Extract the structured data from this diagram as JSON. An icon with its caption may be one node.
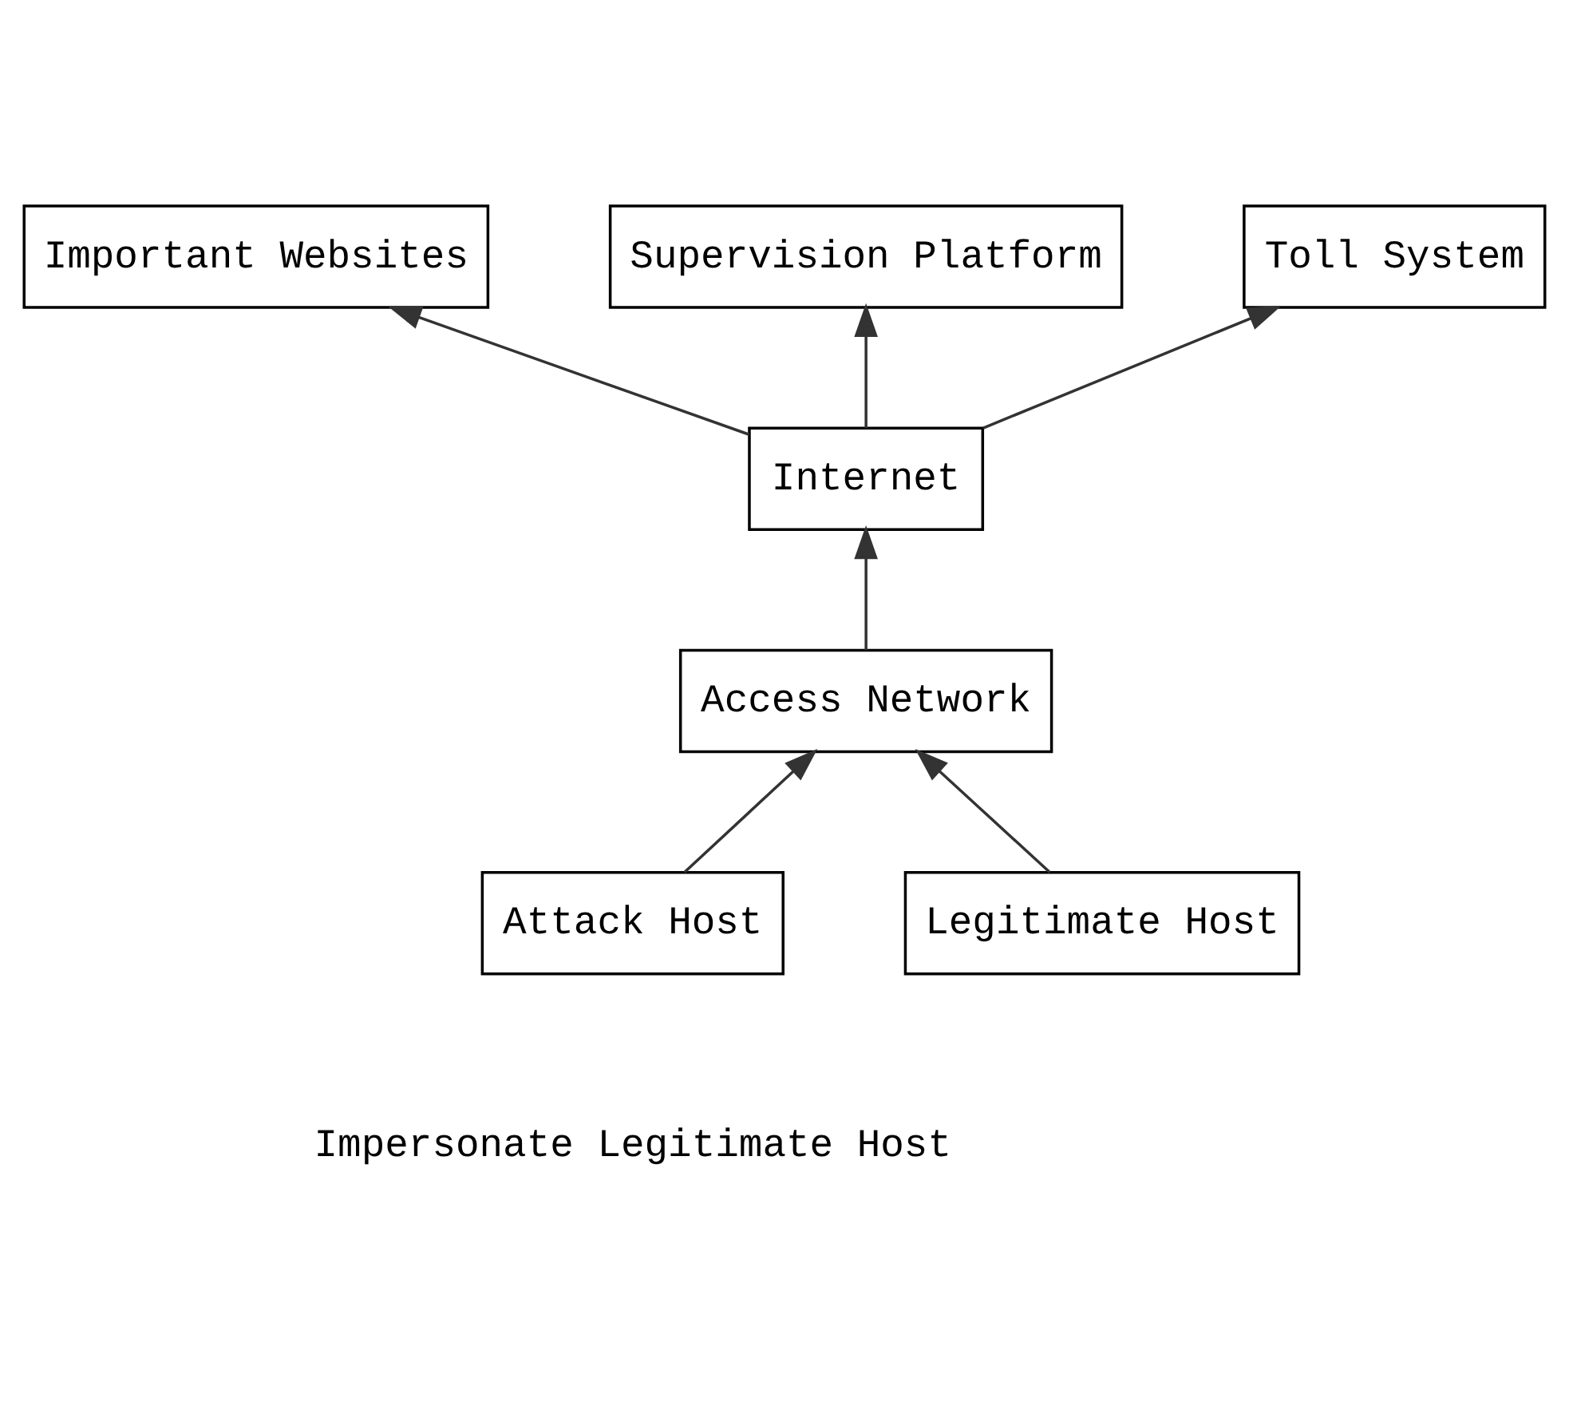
{
  "diagram": {
    "nodes": [
      {
        "text": [
          "Important Websites"
        ]
      },
      {
        "text": [
          "Supervision Platform"
        ]
      },
      {
        "text": [
          "Toll System"
        ]
      },
      {
        "text": [
          "Internet"
        ]
      },
      {
        "text": [
          "Access Network"
        ]
      },
      {
        "text": [
          "Attack Host"
        ],
        "beside": [
          "Impersonate Legitimate Host"
        ]
      },
      {
        "text": [
          "Legitimate Host"
        ]
      }
    ],
    "edges": [
      {
        "from": 3,
        "to": 0,
        "arrow": "to"
      },
      {
        "from": 3,
        "to": 1,
        "arrow": "to"
      },
      {
        "from": 3,
        "to": 2,
        "arrow": "to"
      },
      {
        "from": 4,
        "to": 3,
        "arrow": "to"
      },
      {
        "from": 5,
        "to": 4,
        "arrow": "to"
      },
      {
        "from": 6,
        "to": 4,
        "arrow": "to"
      }
    ]
  }
}
